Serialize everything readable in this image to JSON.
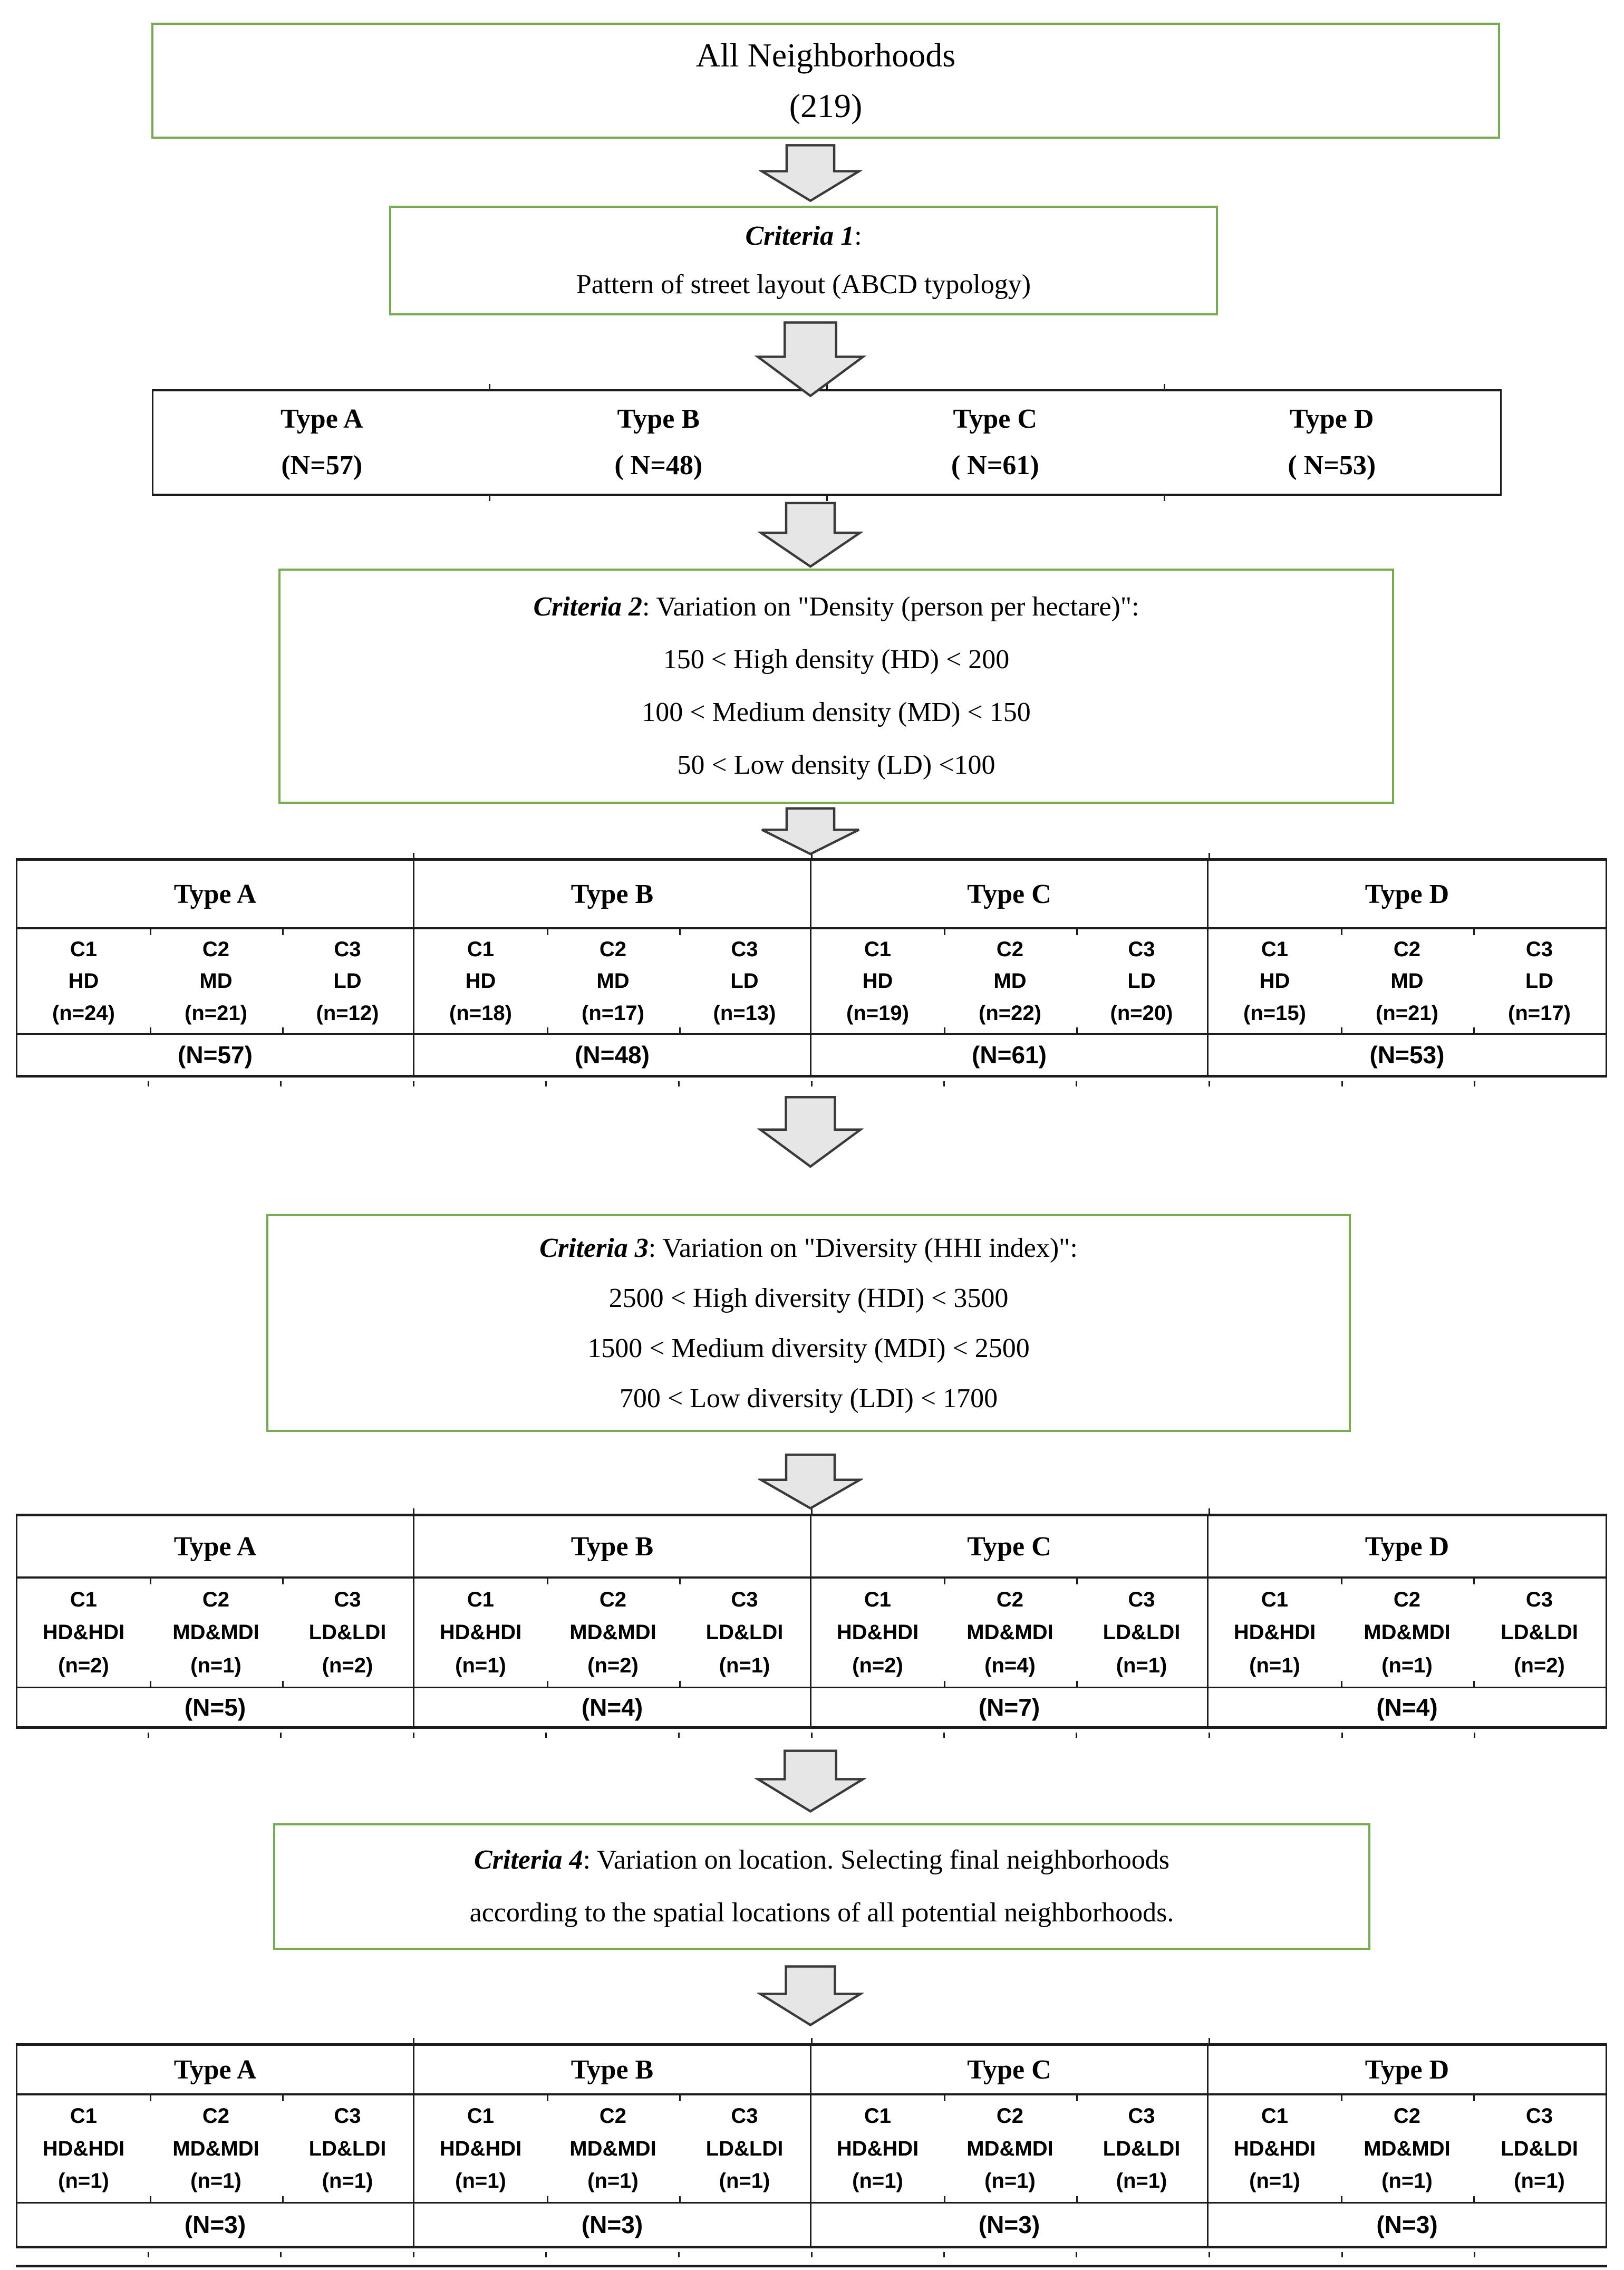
{
  "colors": {
    "box_border_green": "#74ad50",
    "table_border": "#1c1c1c",
    "arrow_fill": "#e6e6e6",
    "arrow_stroke": "#3a3a3a",
    "text": "#000000"
  },
  "flow": {
    "top_box": {
      "title": "All Neighborhoods",
      "count": "(219)"
    },
    "criteria_boxes": [
      {
        "label": "Criteria 1",
        "intro": ":",
        "lines": [
          "Pattern of street layout (ABCD typology)"
        ]
      },
      {
        "label": "Criteria 2",
        "intro": ": Variation on \"Density (person per hectare)\":",
        "lines": [
          "150 < High density (HD) < 200",
          "100 < Medium density (MD) < 150",
          "50 < Low density (LD) <100"
        ]
      },
      {
        "label": "Criteria 3",
        "intro": ": Variation on \"Diversity (HHI index)\":",
        "lines": [
          "2500 < High diversity (HDI) < 3500",
          "1500 < Medium diversity (MDI) < 2500",
          "700 < Low diversity (LDI) < 1700"
        ]
      },
      {
        "label": "Criteria 4",
        "intro": ": Variation on location. Selecting final neighborhoods",
        "lines": [
          "according to the spatial locations of all potential neighborhoods."
        ]
      }
    ],
    "type_row": {
      "groups": [
        {
          "name": "Type A",
          "total": "(N=57)"
        },
        {
          "name": "Type B",
          "total": "( N=48)"
        },
        {
          "name": "Type C",
          "total": "( N=61)"
        },
        {
          "name": "Type D",
          "total": "( N=53)"
        }
      ]
    },
    "tables": [
      {
        "id": "density-classification",
        "groups": [
          {
            "name": "Type A",
            "cols": [
              [
                "C1",
                "HD",
                "(n=24)"
              ],
              [
                "C2",
                "MD",
                "(n=21)"
              ],
              [
                "C3",
                "LD",
                "(n=12)"
              ]
            ],
            "total": "(N=57)"
          },
          {
            "name": "Type B",
            "cols": [
              [
                "C1",
                "HD",
                "(n=18)"
              ],
              [
                "C2",
                "MD",
                "(n=17)"
              ],
              [
                "C3",
                "LD",
                "(n=13)"
              ]
            ],
            "total": "(N=48)"
          },
          {
            "name": "Type C",
            "cols": [
              [
                "C1",
                "HD",
                "(n=19)"
              ],
              [
                "C2",
                "MD",
                "(n=22)"
              ],
              [
                "C3",
                "LD",
                "(n=20)"
              ]
            ],
            "total": "(N=61)"
          },
          {
            "name": "Type D",
            "cols": [
              [
                "C1",
                "HD",
                "(n=15)"
              ],
              [
                "C2",
                "MD",
                "(n=21)"
              ],
              [
                "C3",
                "LD",
                "(n=17)"
              ]
            ],
            "total": "(N=53)"
          }
        ]
      },
      {
        "id": "diversity-classification",
        "groups": [
          {
            "name": "Type A",
            "cols": [
              [
                "C1",
                "HD&HDI",
                "(n=2)"
              ],
              [
                "C2",
                "MD&MDI",
                "(n=1)"
              ],
              [
                "C3",
                "LD&LDI",
                "(n=2)"
              ]
            ],
            "total": "(N=5)"
          },
          {
            "name": "Type B",
            "cols": [
              [
                "C1",
                "HD&HDI",
                "(n=1)"
              ],
              [
                "C2",
                "MD&MDI",
                "(n=2)"
              ],
              [
                "C3",
                "LD&LDI",
                "(n=1)"
              ]
            ],
            "total": "(N=4)"
          },
          {
            "name": "Type C",
            "cols": [
              [
                "C1",
                "HD&HDI",
                "(n=2)"
              ],
              [
                "C2",
                "MD&MDI",
                "(n=4)"
              ],
              [
                "C3",
                "LD&LDI",
                "(n=1)"
              ]
            ],
            "total": "(N=7)"
          },
          {
            "name": "Type D",
            "cols": [
              [
                "C1",
                "HD&HDI",
                "(n=1)"
              ],
              [
                "C2",
                "MD&MDI",
                "(n=1)"
              ],
              [
                "C3",
                "LD&LDI",
                "(n=2)"
              ]
            ],
            "total": "(N=4)"
          }
        ]
      },
      {
        "id": "final-selection",
        "groups": [
          {
            "name": "Type A",
            "cols": [
              [
                "C1",
                "HD&HDI",
                "(n=1)"
              ],
              [
                "C2",
                "MD&MDI",
                "(n=1)"
              ],
              [
                "C3",
                "LD&LDI",
                "(n=1)"
              ]
            ],
            "total": "(N=3)"
          },
          {
            "name": "Type B",
            "cols": [
              [
                "C1",
                "HD&HDI",
                "(n=1)"
              ],
              [
                "C2",
                "MD&MDI",
                "(n=1)"
              ],
              [
                "C3",
                "LD&LDI",
                "(n=1)"
              ]
            ],
            "total": "(N=3)"
          },
          {
            "name": "Type C",
            "cols": [
              [
                "C1",
                "HD&HDI",
                "(n=1)"
              ],
              [
                "C2",
                "MD&MDI",
                "(n=1)"
              ],
              [
                "C3",
                "LD&LDI",
                "(n=1)"
              ]
            ],
            "total": "(N=3)"
          },
          {
            "name": "Type D",
            "cols": [
              [
                "C1",
                "HD&HDI",
                "(n=1)"
              ],
              [
                "C2",
                "MD&MDI",
                "(n=1)"
              ],
              [
                "C3",
                "LD&LDI",
                "(n=1)"
              ]
            ],
            "total": "(N=3)"
          }
        ]
      }
    ]
  }
}
